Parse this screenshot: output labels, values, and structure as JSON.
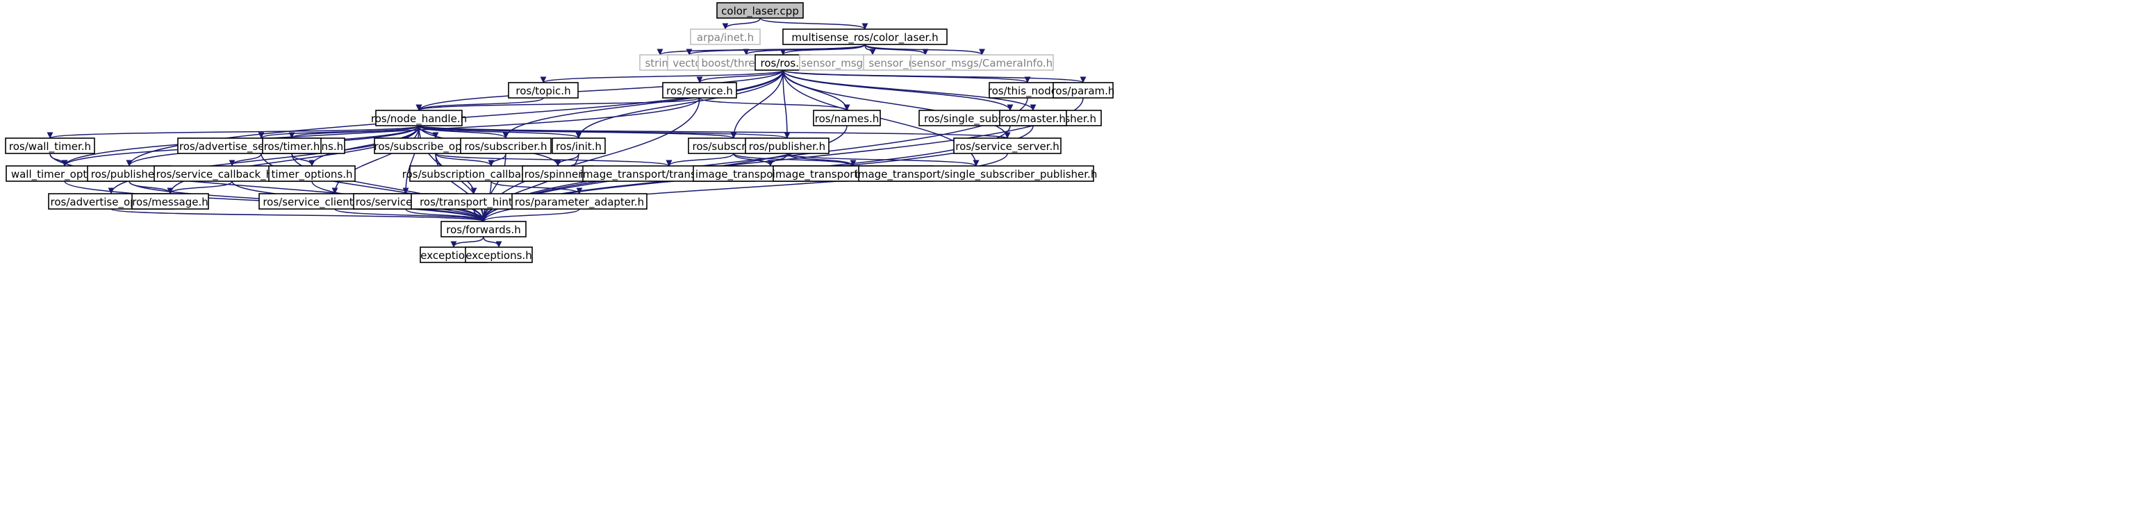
{
  "colors": {
    "edge": "#191970",
    "box_border": "#000000",
    "missing_border": "#bfbfbf",
    "label": "#000000",
    "missing_label": "#808080",
    "root_fill": "#bfbfbf",
    "node_fill": "#ffffff"
  },
  "nodes": [
    {
      "id": "color_laser_cpp",
      "label": "color_laser.cpp",
      "kind": "root"
    },
    {
      "id": "arpa_inet",
      "label": "arpa/inet.h",
      "kind": "missing"
    },
    {
      "id": "ms_color_laser",
      "label": "multisense_ros/color_laser.h",
      "kind": "normal"
    },
    {
      "id": "string",
      "label": "string",
      "kind": "missing"
    },
    {
      "id": "vector",
      "label": "vector",
      "kind": "missing"
    },
    {
      "id": "boost_thread",
      "label": "boost/thread.hpp",
      "kind": "missing"
    },
    {
      "id": "ros_h",
      "label": "ros/ros.h",
      "kind": "normal"
    },
    {
      "id": "pointcloud2",
      "label": "sensor_msgs/PointCloud2.h",
      "kind": "missing"
    },
    {
      "id": "image_h",
      "label": "sensor_msgs/Image.h",
      "kind": "missing"
    },
    {
      "id": "camerainfo",
      "label": "sensor_msgs/CameraInfo.h",
      "kind": "missing"
    },
    {
      "id": "topic",
      "label": "ros/topic.h",
      "kind": "normal"
    },
    {
      "id": "service",
      "label": "ros/service.h",
      "kind": "normal"
    },
    {
      "id": "this_node",
      "label": "ros/this_node.h",
      "kind": "normal"
    },
    {
      "id": "param",
      "label": "ros/param.h",
      "kind": "normal"
    },
    {
      "id": "node_handle",
      "label": "ros/node_handle.h",
      "kind": "normal"
    },
    {
      "id": "names",
      "label": "ros/names.h",
      "kind": "normal"
    },
    {
      "id": "single_sub_pub",
      "label": "ros/single_subscriber_publisher.h",
      "kind": "normal"
    },
    {
      "id": "master",
      "label": "ros/master.h",
      "kind": "normal"
    },
    {
      "id": "wall_timer",
      "label": "ros/wall_timer.h",
      "kind": "normal"
    },
    {
      "id": "adv_srv_opts",
      "label": "ros/advertise_service_options.h",
      "kind": "normal"
    },
    {
      "id": "timer",
      "label": "ros/timer.h",
      "kind": "normal"
    },
    {
      "id": "sub_opts",
      "label": "ros/subscribe_options.h",
      "kind": "normal"
    },
    {
      "id": "ros_subscriber",
      "label": "ros/subscriber.h",
      "kind": "normal"
    },
    {
      "id": "init",
      "label": "ros/init.h",
      "kind": "normal"
    },
    {
      "id": "it_subscriber",
      "label": "ros/subscriber.h",
      "kind": "normal"
    },
    {
      "id": "it_publisher",
      "label": "ros/publisher.h",
      "kind": "normal"
    },
    {
      "id": "service_server",
      "label": "ros/service_server.h",
      "kind": "normal"
    },
    {
      "id": "wall_timer_opts",
      "label": "wall_timer_options.h",
      "kind": "normal"
    },
    {
      "id": "ros_publisher",
      "label": "ros/publisher.h",
      "kind": "normal"
    },
    {
      "id": "srv_cb_helper",
      "label": "ros/service_callback_helper.h",
      "kind": "normal"
    },
    {
      "id": "timer_opts",
      "label": "timer_options.h",
      "kind": "normal"
    },
    {
      "id": "sub_cb_helper",
      "label": "ros/subscription_callback_helper.h",
      "kind": "normal"
    },
    {
      "id": "spinner",
      "label": "ros/spinner.h",
      "kind": "normal"
    },
    {
      "id": "it_transport_hints",
      "label": "image_transport/transport_hints.h",
      "kind": "normal"
    },
    {
      "id": "it_exception",
      "label": "image_transport/exception.h",
      "kind": "normal"
    },
    {
      "id": "it_loader_fwds",
      "label": "image_transport/loader_fwds.h",
      "kind": "normal"
    },
    {
      "id": "it_single_sub_pub",
      "label": "image_transport/single_subscriber_publisher.h",
      "kind": "normal"
    },
    {
      "id": "adv_opts",
      "label": "ros/advertise_options.h",
      "kind": "normal"
    },
    {
      "id": "message",
      "label": "ros/message.h",
      "kind": "normal"
    },
    {
      "id": "srv_client_opts",
      "label": "ros/service_client_options.h",
      "kind": "normal"
    },
    {
      "id": "srv_client",
      "label": "ros/service_client.h",
      "kind": "normal"
    },
    {
      "id": "transport_hints",
      "label": "ros/transport_hints.h",
      "kind": "normal"
    },
    {
      "id": "param_adapter",
      "label": "ros/parameter_adapter.h",
      "kind": "normal"
    },
    {
      "id": "forwards",
      "label": "ros/forwards.h",
      "kind": "normal"
    },
    {
      "id": "exceptions_1",
      "label": "exceptions.h",
      "kind": "normal"
    },
    {
      "id": "exceptions_2",
      "label": "exceptions.h",
      "kind": "normal"
    }
  ],
  "edges": [
    [
      "color_laser_cpp",
      "arpa_inet"
    ],
    [
      "color_laser_cpp",
      "ms_color_laser"
    ],
    [
      "ms_color_laser",
      "string"
    ],
    [
      "ms_color_laser",
      "vector"
    ],
    [
      "ms_color_laser",
      "boost_thread"
    ],
    [
      "ms_color_laser",
      "ros_h"
    ],
    [
      "ms_color_laser",
      "pointcloud2"
    ],
    [
      "ms_color_laser",
      "image_h"
    ],
    [
      "ms_color_laser",
      "camerainfo"
    ],
    [
      "ros_h",
      "topic"
    ],
    [
      "ros_h",
      "service"
    ],
    [
      "ros_h",
      "this_node"
    ],
    [
      "ros_h",
      "param"
    ],
    [
      "ros_h",
      "node_handle"
    ],
    [
      "ros_h",
      "names"
    ],
    [
      "ros_h",
      "single_sub_pub"
    ],
    [
      "ros_h",
      "master"
    ],
    [
      "ros_h",
      "init"
    ],
    [
      "ros_h",
      "it_subscriber"
    ],
    [
      "ros_h",
      "it_publisher"
    ],
    [
      "ros_h",
      "service_server"
    ],
    [
      "ros_h",
      "ros_publisher"
    ],
    [
      "ros_h",
      "ros_subscriber"
    ],
    [
      "ros_h",
      "it_single_sub_pub"
    ],
    [
      "topic",
      "node_handle"
    ],
    [
      "service",
      "node_handle"
    ],
    [
      "service",
      "names"
    ],
    [
      "service",
      "forwards"
    ],
    [
      "service",
      "wall_timer_opts"
    ],
    [
      "node_handle",
      "wall_timer"
    ],
    [
      "node_handle",
      "adv_srv_opts"
    ],
    [
      "node_handle",
      "timer"
    ],
    [
      "node_handle",
      "sub_opts"
    ],
    [
      "node_handle",
      "ros_subscriber"
    ],
    [
      "node_handle",
      "init"
    ],
    [
      "node_handle",
      "it_subscriber"
    ],
    [
      "node_handle",
      "it_publisher"
    ],
    [
      "node_handle",
      "service_server"
    ],
    [
      "node_handle",
      "wall_timer_opts"
    ],
    [
      "node_handle",
      "ros_publisher"
    ],
    [
      "node_handle",
      "timer_opts"
    ],
    [
      "node_handle",
      "spinner"
    ],
    [
      "node_handle",
      "adv_opts"
    ],
    [
      "node_handle",
      "message"
    ],
    [
      "node_handle",
      "srv_client_opts"
    ],
    [
      "node_handle",
      "srv_client"
    ],
    [
      "node_handle",
      "forwards"
    ],
    [
      "wall_timer",
      "wall_timer_opts"
    ],
    [
      "wall_timer",
      "forwards"
    ],
    [
      "wall_timer_opts",
      "forwards"
    ],
    [
      "adv_srv_opts",
      "srv_cb_helper"
    ],
    [
      "adv_srv_opts",
      "forwards"
    ],
    [
      "srv_cb_helper",
      "message"
    ],
    [
      "srv_cb_helper",
      "forwards"
    ],
    [
      "timer",
      "timer_opts"
    ],
    [
      "timer",
      "forwards"
    ],
    [
      "timer_opts",
      "forwards"
    ],
    [
      "sub_opts",
      "sub_cb_helper"
    ],
    [
      "sub_opts",
      "transport_hints"
    ],
    [
      "sub_opts",
      "forwards"
    ],
    [
      "sub_opts",
      "it_transport_hints"
    ],
    [
      "ros_subscriber",
      "sub_cb_helper"
    ],
    [
      "ros_subscriber",
      "forwards"
    ],
    [
      "sub_cb_helper",
      "param_adapter"
    ],
    [
      "sub_cb_helper",
      "forwards"
    ],
    [
      "init",
      "spinner"
    ],
    [
      "init",
      "forwards"
    ],
    [
      "it_subscriber",
      "it_transport_hints"
    ],
    [
      "it_subscriber",
      "it_exception"
    ],
    [
      "it_subscriber",
      "it_loader_fwds"
    ],
    [
      "it_publisher",
      "it_exception"
    ],
    [
      "it_publisher",
      "it_loader_fwds"
    ],
    [
      "it_publisher",
      "it_single_sub_pub"
    ],
    [
      "ros_publisher",
      "message"
    ],
    [
      "ros_publisher",
      "forwards"
    ],
    [
      "adv_opts",
      "forwards"
    ],
    [
      "srv_client_opts",
      "forwards"
    ],
    [
      "srv_client",
      "forwards"
    ],
    [
      "transport_hints",
      "forwards"
    ],
    [
      "param_adapter",
      "forwards"
    ],
    [
      "names",
      "forwards"
    ],
    [
      "service_server",
      "forwards"
    ],
    [
      "single_sub_pub",
      "forwards"
    ],
    [
      "master",
      "forwards"
    ],
    [
      "this_node",
      "forwards"
    ],
    [
      "param",
      "forwards"
    ],
    [
      "forwards",
      "exceptions_1"
    ],
    [
      "forwards",
      "exceptions_2"
    ]
  ]
}
